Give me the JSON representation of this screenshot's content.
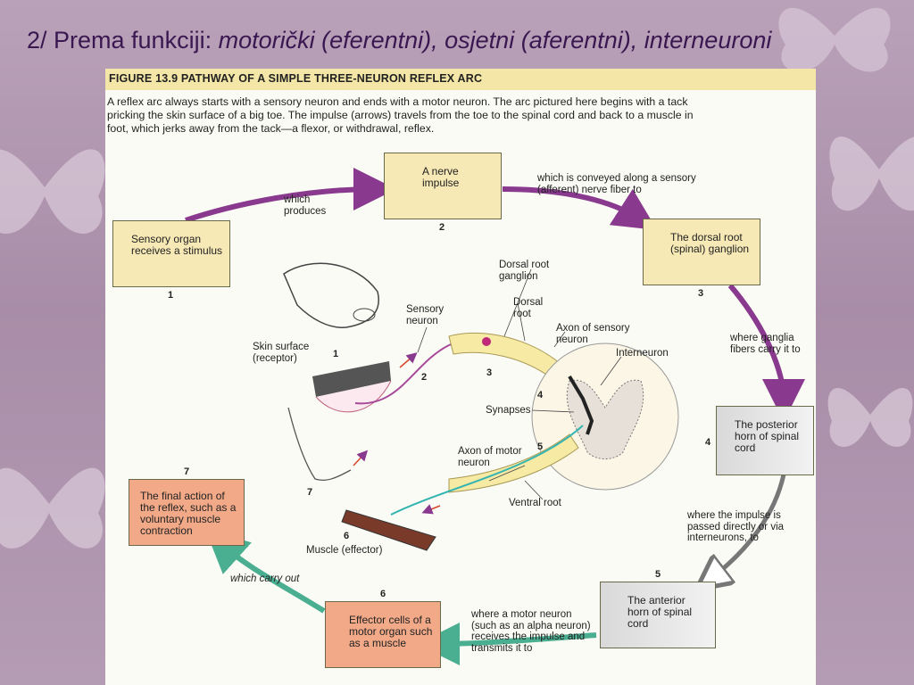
{
  "slide": {
    "title_plain": "2/ Prema funkciji: ",
    "title_italic": "motorički (eferentni), osjetni (aferentni), interneuroni"
  },
  "figure": {
    "title": "FIGURE 13.9  PATHWAY OF A SIMPLE THREE-NEURON REFLEX ARC",
    "caption_lines": [
      "A reflex arc always starts with a sensory neuron and ends with a motor neuron. The arc pictured here begins with a tack",
      "pricking the skin surface of a big toe. The impulse (arrows) travels from the toe to the spinal cord and back to a muscle in",
      "foot, which jerks away from the tack—a flexor, or withdrawal, reflex."
    ],
    "steps": [
      {
        "num": "1",
        "text": "Sensory organ receives a stimulus"
      },
      {
        "num": "2",
        "text": "A nerve impulse"
      },
      {
        "num": "3",
        "text": "The dorsal root (spinal) ganglion"
      },
      {
        "num": "4",
        "text": "The posterior horn of spinal cord"
      },
      {
        "num": "5",
        "text": "The anterior horn of spinal cord"
      },
      {
        "num": "6",
        "text": "Effector cells of a motor organ such as a muscle"
      },
      {
        "num": "7",
        "text": "The final action of the reflex, such as a voluntary muscle contraction"
      }
    ],
    "connectors": {
      "c1": "which produces",
      "c2": "which is conveyed along a sensory (afferent) nerve fiber to",
      "c3": "where ganglia fibers carry it to",
      "c4": "where the impulse is passed directly or via interneurons, to",
      "c5": "where a motor neuron (such as an alpha neuron) receives the impulse and transmits it to",
      "c6": "which carry out"
    },
    "labels": {
      "sensory_neuron": "Sensory neuron",
      "dorsal_root_ganglion": "Dorsal root ganglion",
      "dorsal_root": "Dorsal root",
      "axon_sensory": "Axon of sensory neuron",
      "interneuron": "Interneuron",
      "skin_surface": "Skin surface (receptor)",
      "synapses": "Synapses",
      "axon_motor": "Axon of motor neuron",
      "ventral_root": "Ventral root",
      "muscle": "Muscle (effector)"
    },
    "diagram_numbers": [
      "1",
      "2",
      "3",
      "4",
      "5",
      "6",
      "7"
    ]
  },
  "colors": {
    "arrow_purple": "#8a3a8e",
    "arrow_teal": "#4aae90",
    "box_yellow": "#f7e9b5",
    "box_salmon": "#f1a988",
    "title_color": "#3a1750"
  }
}
